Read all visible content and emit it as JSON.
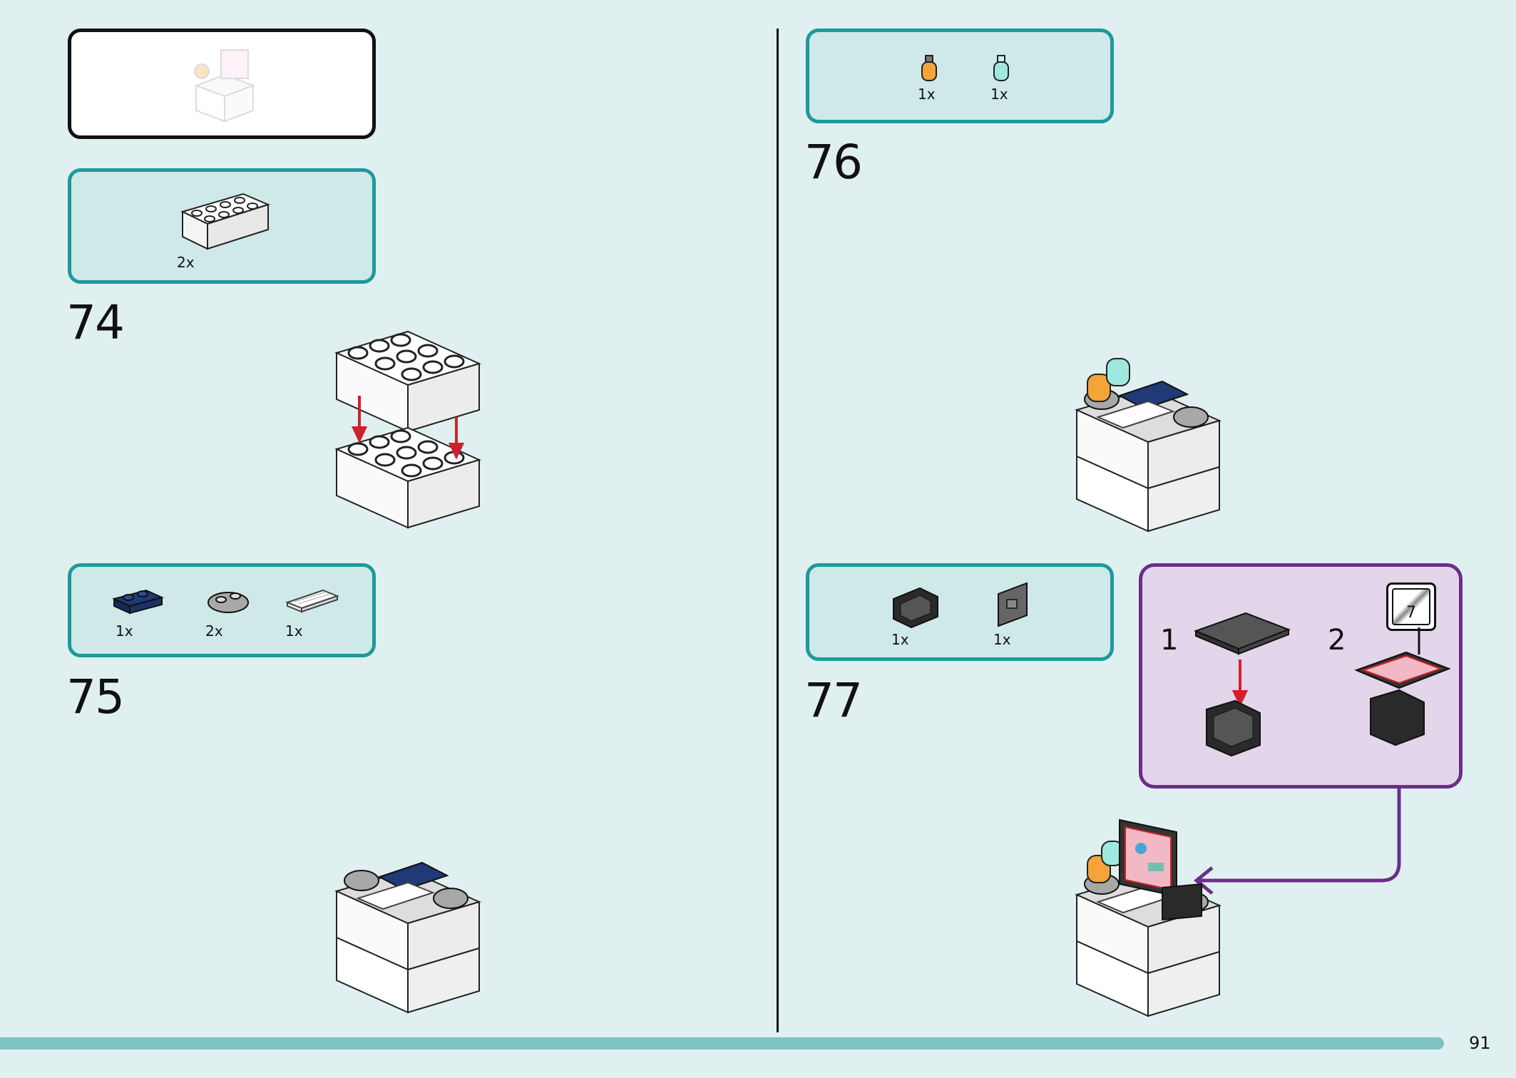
{
  "steps": [
    {
      "number": "74",
      "parts": [
        {
          "qty": "2x",
          "name": "white-brick-2x4"
        }
      ]
    },
    {
      "number": "75",
      "parts": [
        {
          "qty": "1x",
          "name": "dark-blue-plate-1x2"
        },
        {
          "qty": "2x",
          "name": "grey-round-plate-1x2"
        },
        {
          "qty": "1x",
          "name": "white-keyboard-tile"
        }
      ]
    },
    {
      "number": "76",
      "parts": [
        {
          "qty": "1x",
          "name": "orange-bottle"
        },
        {
          "qty": "1x",
          "name": "transparent-blue-bottle"
        }
      ]
    },
    {
      "number": "77",
      "parts": [
        {
          "qty": "1x",
          "name": "black-slope-frame"
        },
        {
          "qty": "1x",
          "name": "grey-tile-with-clip"
        }
      ],
      "substeps": [
        {
          "number": "1"
        },
        {
          "number": "2"
        }
      ],
      "sticker_number": "7"
    }
  ],
  "page_number": "91",
  "colors": {
    "background": "#e0f0f1",
    "parts_panel": "#cfe9e9",
    "panel_border": "#1d9a9a",
    "substep_panel": "#e3d5ea",
    "substep_border": "#6a2f8a",
    "arrow_red": "#d0202e",
    "bottom_bar": "#7fc2c2"
  },
  "icons": [
    "brick-icon",
    "arrow-down-icon",
    "sticker-icon",
    "callout-arrow-icon"
  ]
}
